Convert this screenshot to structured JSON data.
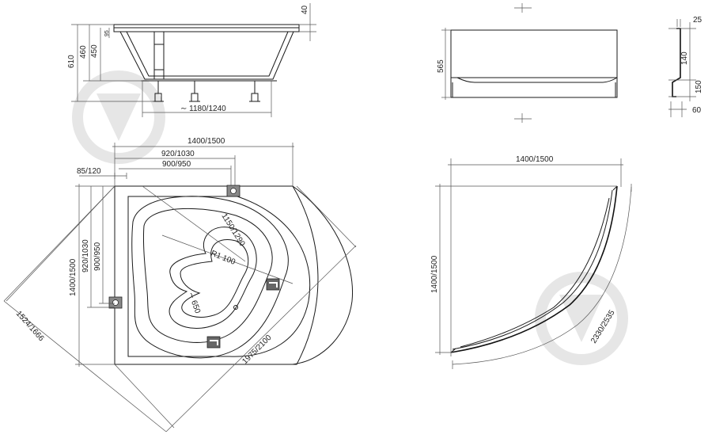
{
  "watermark_colors": {
    "mark": "#e6e6e6"
  },
  "side_view": {
    "depth_total": "610",
    "depth_460": "460",
    "depth_450": "450",
    "top_offset": "40",
    "length": "1180/1240",
    "tick_small": "95"
  },
  "panel_view": {
    "height": "565",
    "profile_top": "25",
    "profile_140": "140",
    "profile_150": "150",
    "profile_60": "60"
  },
  "top_view": {
    "width_total": "1400/1500",
    "width_920": "920/1030",
    "width_900": "900/950",
    "offset": "85/120",
    "height_total": "1400/1500",
    "height_920": "920/1030",
    "height_900": "900/950",
    "diag_inner": "1150/1290",
    "radius": "R1 100",
    "inner_650": "650",
    "diagonal_left": "1524/1666",
    "diagonal_right": "1975/2100"
  },
  "front_panel_top": {
    "width": "1400/1500",
    "height": "1400/1500",
    "arc_length": "2330/2535"
  }
}
